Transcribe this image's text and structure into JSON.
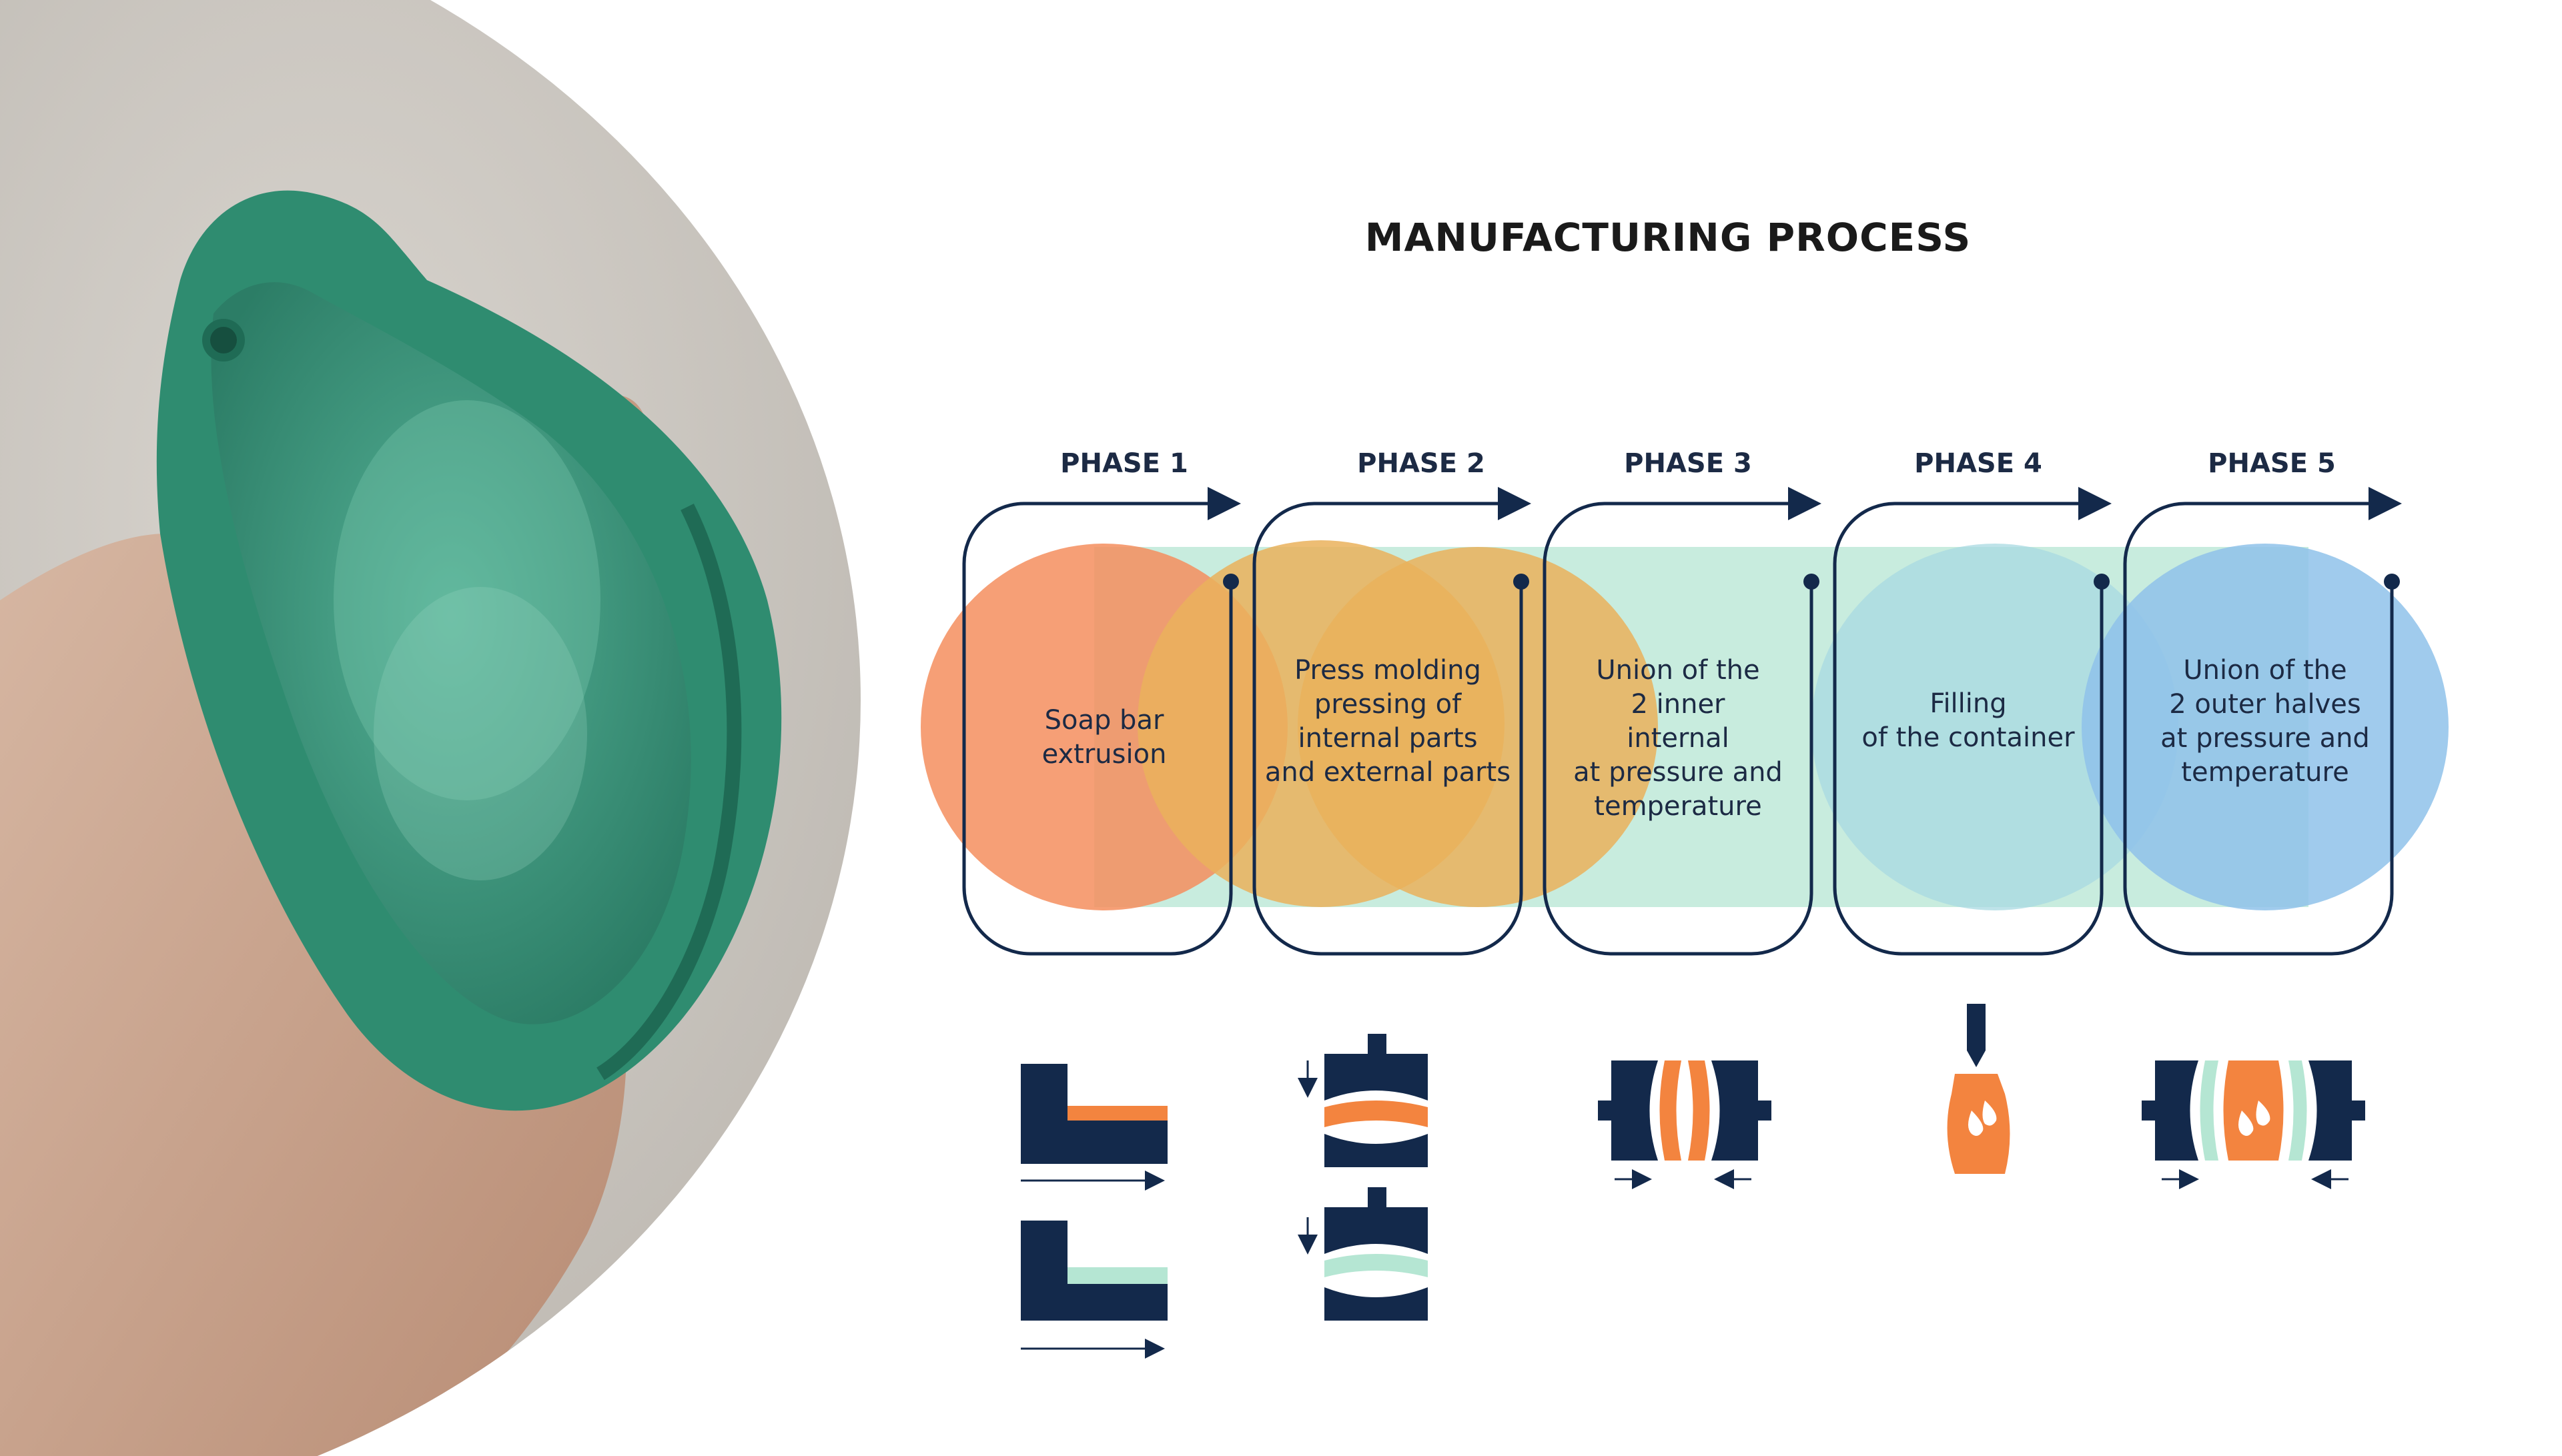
{
  "title": "MANUFACTURING PROCESS",
  "colors": {
    "navy": "#13294b",
    "orange": "#f3843f",
    "mint": "#b5e6d3",
    "salmon": "#f48e5e",
    "amber": "#eab25c",
    "sky": "#9fcde9",
    "blue": "#8fc2ea",
    "soap_green": "#3d9c80"
  },
  "phases": [
    {
      "label": "PHASE 1",
      "lines": [
        "Soap bar",
        "extrusion"
      ],
      "icon": "extrusion-icon"
    },
    {
      "label": "PHASE 2",
      "lines": [
        "Press molding",
        "pressing of",
        "internal parts",
        "and external parts"
      ],
      "icon": "press-molding-icon"
    },
    {
      "label": "PHASE 3",
      "lines": [
        "Union of the",
        "2 inner",
        "internal",
        "at pressure and",
        "temperature"
      ],
      "icon": "inner-union-press-icon"
    },
    {
      "label": "PHASE 4",
      "lines": [
        "Filling",
        "of the container"
      ],
      "icon": "filling-nozzle-icon"
    },
    {
      "label": "PHASE 5",
      "lines": [
        "Union of the",
        "2 outer halves",
        "at pressure and",
        "temperature"
      ],
      "icon": "outer-union-press-icon"
    }
  ]
}
